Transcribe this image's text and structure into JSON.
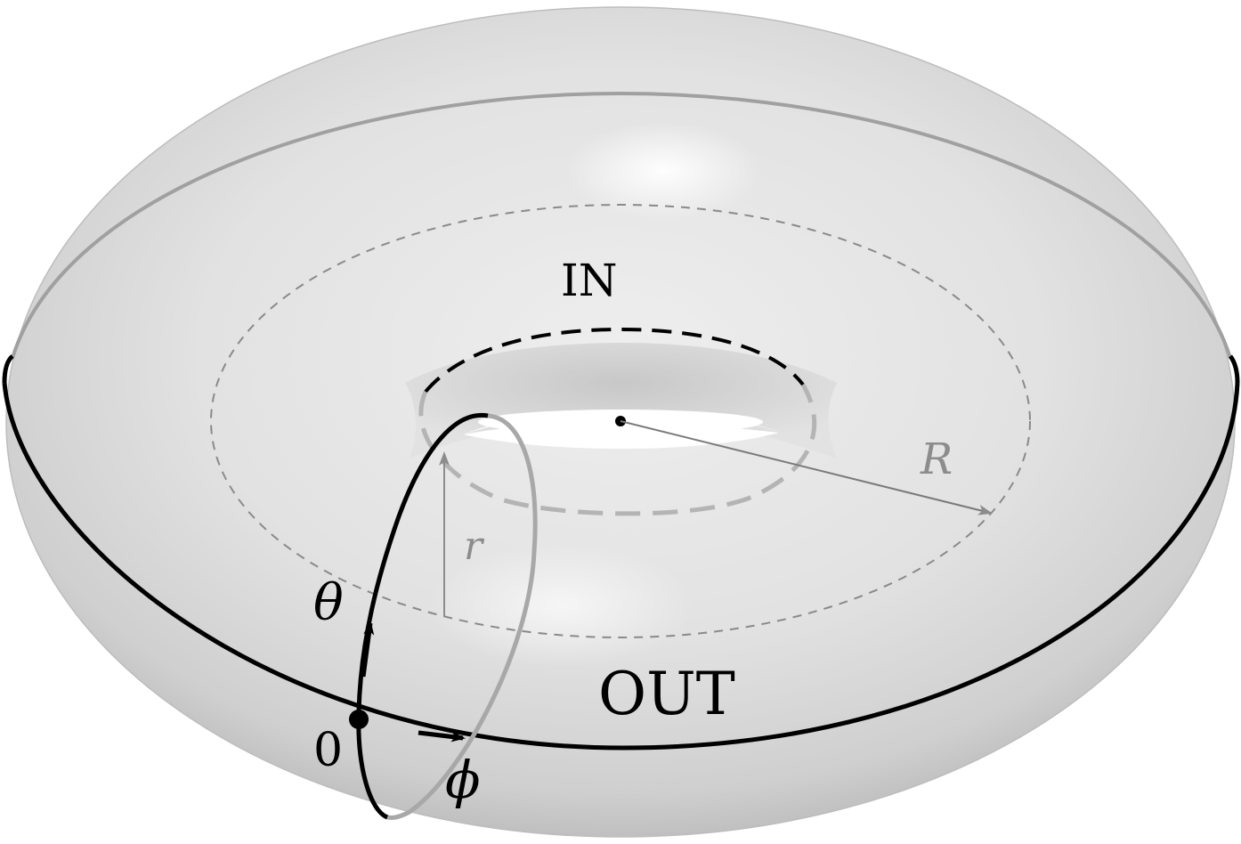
{
  "labels": {
    "in": "IN",
    "out": "OUT",
    "r": "r",
    "R": "R",
    "theta": "θ",
    "phi": "ϕ",
    "zero": "0"
  },
  "colors": {
    "surface_light": "#f2f2f2",
    "surface_mid": "#dcdcdc",
    "surface_dark": "#b9b9b9",
    "line_black": "#000000",
    "line_grey": "#9a9a9a",
    "dashed_grey": "#8a8a8a"
  }
}
